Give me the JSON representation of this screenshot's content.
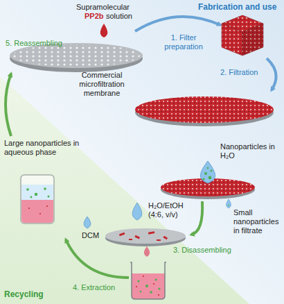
{
  "diagram": {
    "labels": [
      "Fabrication and use",
      "Supramolecular",
      "PP2b",
      "solution",
      "1. Filter preparation",
      "Commercial microfiltration membrane",
      "2. Filtration",
      "Nanoparticles in H₂O",
      "Small nanoparticles in filtrate",
      "3. Disassembling",
      "H₂O/EtOH (4:6, v/v)",
      "DCM",
      "4. Extraction",
      "Large nanoparticles in aqueous phase",
      "5. Reassembling",
      "Recycling"
    ]
  }
}
